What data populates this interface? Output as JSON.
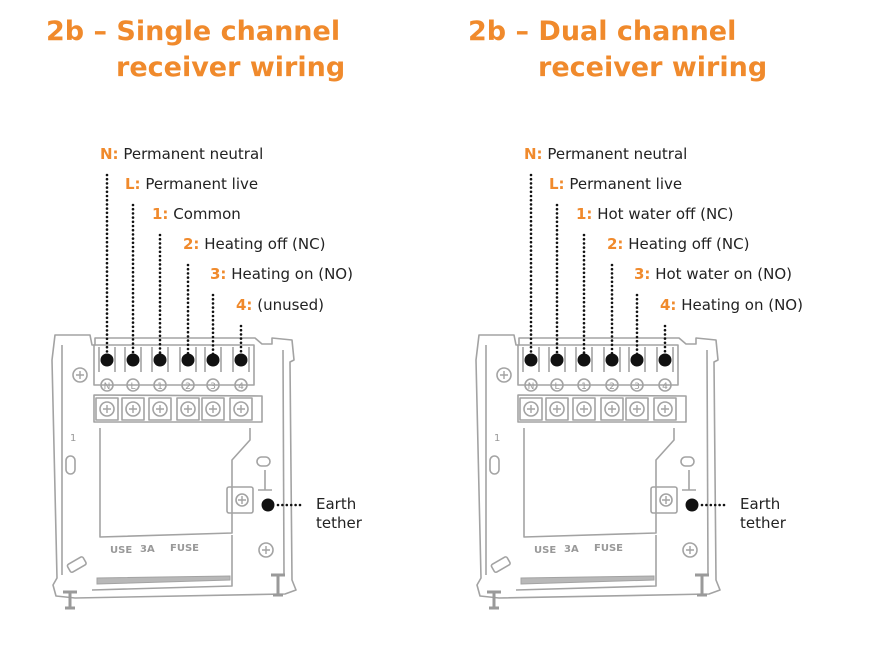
{
  "colors": {
    "accent": "#f08a2c",
    "text": "#222222",
    "outline": "#a0a0a0"
  },
  "panels": [
    {
      "title_line1": "2b – Single channel",
      "title_line2": "receiver wiring",
      "terminals": [
        {
          "key": "N:",
          "desc": "Permanent neutral",
          "glyph": "N"
        },
        {
          "key": "L:",
          "desc": "Permanent live",
          "glyph": "L"
        },
        {
          "key": "1:",
          "desc": "Common",
          "glyph": "1"
        },
        {
          "key": "2:",
          "desc": "Heating off (NC)",
          "glyph": "2"
        },
        {
          "key": "3:",
          "desc": "Heating on (NO)",
          "glyph": "3"
        },
        {
          "key": "4:",
          "desc": "(unused)",
          "glyph": "4"
        }
      ],
      "earth_line1": "Earth",
      "earth_line2": "tether",
      "fuse_text": [
        "USE",
        "3A",
        "FUSE"
      ],
      "side_mark": "1"
    },
    {
      "title_line1": "2b – Dual channel",
      "title_line2": "receiver wiring",
      "terminals": [
        {
          "key": "N:",
          "desc": "Permanent neutral",
          "glyph": "N"
        },
        {
          "key": "L:",
          "desc": "Permanent live",
          "glyph": "L"
        },
        {
          "key": "1:",
          "desc": "Hot water off (NC)",
          "glyph": "1"
        },
        {
          "key": "2:",
          "desc": "Heating off (NC)",
          "glyph": "2"
        },
        {
          "key": "3:",
          "desc": "Hot water on (NO)",
          "glyph": "3"
        },
        {
          "key": "4:",
          "desc": "Heating on (NO)",
          "glyph": "4"
        }
      ],
      "earth_line1": "Earth",
      "earth_line2": "tether",
      "fuse_text": [
        "USE",
        "3A",
        "FUSE"
      ],
      "side_mark": "1"
    }
  ]
}
